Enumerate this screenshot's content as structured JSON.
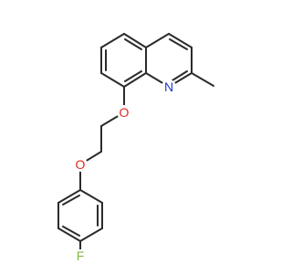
{
  "molecule": {
    "atoms": {
      "nitrogen": {
        "label": "N",
        "color": "#1f39c9"
      },
      "oxygen_quinoline": {
        "label": "O",
        "color": "#e0281e"
      },
      "oxygen_phenoxy": {
        "label": "O",
        "color": "#e0281e"
      },
      "fluorine": {
        "label": "F",
        "color": "#84b93b"
      }
    },
    "bond_color": "#2b2b2b"
  }
}
